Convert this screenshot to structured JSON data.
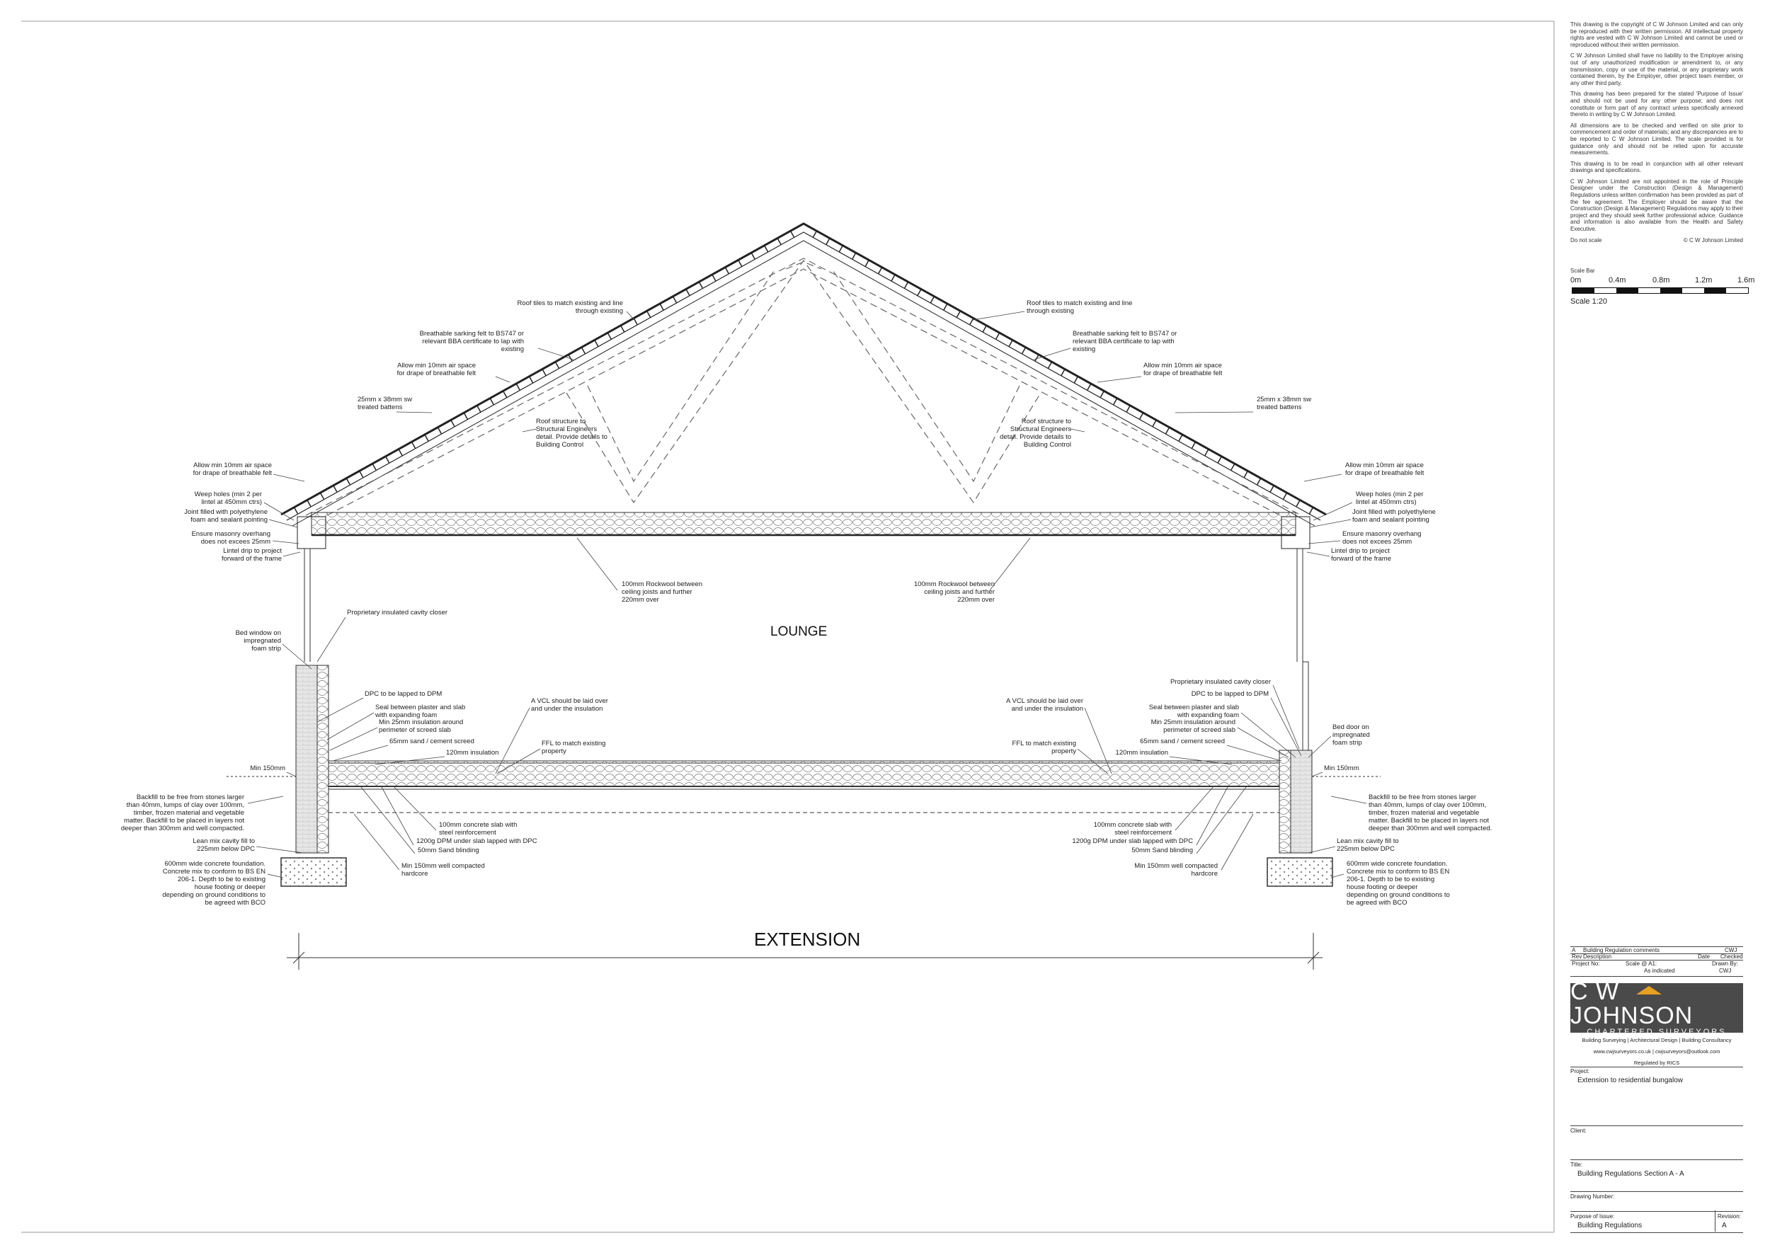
{
  "notes": {
    "paragraphs": [
      "This drawing is the copyright of C W Johnson Limited and can only be reproduced with their written permission. All intellectual property rights are vested with C W Johnson Limited and cannot be used or reproduced without their written permission.",
      "C W Johnson Limited shall have no liability to the Employer arising out of any unauthorized modification or amendment to, or any transmission, copy or use of the material, or any proprietary work contained therein, by the Employer, other project team member, or any other third party.",
      "This drawing has been prepared for the stated 'Purpose of Issue' and should not be used for any other purpose; and does not constitute or form part of any contract unless specifically annexed thereto in writing by C W Johnson Limited.",
      "All dimensions are to be checked and verified on site prior to commencement and order of materials; and any discrepancies are to be reported to C W Johnson Limited. The scale provided is for guidance only and should not be relied upon for accurate measurements.",
      "This drawing is to be read in conjunction with all other relevant drawings and specifications.",
      "C W Johnson Limited are not appointed in the role of Principle Designer under the Construction (Design & Management) Regulations unless written confirmation has been provided as part of the fee agreement. The Employer should be aware that the Construction (Design & Management) Regulations may apply to their project and they should seek further professional advice. Guidance and information is also available from the Health and Safety Executive."
    ],
    "do_not_scale": "Do not scale",
    "copyright": "© C W Johnson Limited"
  },
  "scale_bar": {
    "title": "Scale Bar",
    "ticks": [
      "0m",
      "0.4m",
      "0.8m",
      "1.2m",
      "1.6m"
    ],
    "scale": "Scale 1:20"
  },
  "drawing": {
    "room_label": "LOUNGE",
    "section_label": "EXTENSION",
    "left_labels": [
      [
        "Roof tiles to match existing and line",
        "through existing"
      ],
      [
        "Breathable sarking felt to BS747 or",
        "relevant BBA certificate to lap with",
        "existing"
      ],
      [
        "Allow min 10mm air space",
        "for drape of breathable felt"
      ],
      [
        "25mm x 38mm sw",
        "treated battens"
      ],
      [
        "Roof structure to",
        "Structural Engineers",
        "detail. Provide details to",
        "Building Control"
      ],
      [
        "Allow min 10mm air space",
        "for drape of breathable felt"
      ],
      [
        "Weep holes (min 2 per",
        "lintel at 450mm ctrs)"
      ],
      [
        "Joint filled with polyethylene",
        "foam and sealant pointing"
      ],
      [
        "Ensure masonry overhang",
        "does not excees 25mm"
      ],
      [
        "Lintel drip to project",
        "forward of the frame"
      ],
      [
        "100mm Rockwool between",
        "ceiling joists and further",
        "220mm over"
      ],
      [
        "Proprietary insulated cavity closer"
      ],
      [
        "Bed window on",
        "impregnated",
        "foam strip"
      ],
      [
        "DPC to be lapped to DPM"
      ],
      [
        "Seal between plaster and slab",
        "with expanding foam"
      ],
      [
        "Min 25mm insulation around",
        "perimeter of screed slab"
      ],
      [
        "65mm sand / cement screed"
      ],
      [
        "120mm insulation"
      ],
      [
        "A VCL should be laid over",
        "and under the insulation"
      ],
      [
        "FFL to match existing",
        "property"
      ],
      [
        "Min 150mm"
      ],
      [
        "Backfill to be free from stones larger",
        "than 40mm, lumps of clay over 100mm,",
        "timber, frozen material and vegetable",
        "matter. Backfill to be placed in layers not",
        "deeper than 300mm and well compacted."
      ],
      [
        "Lean mix cavity fill to",
        "225mm below DPC"
      ],
      [
        "100mm concrete slab with",
        "steel reinforcement"
      ],
      [
        "1200g DPM under slab lapped with DPC"
      ],
      [
        "50mm Sand blinding"
      ],
      [
        "Min 150mm well compacted",
        "hardcore"
      ],
      [
        "600mm wide concrete foundation.",
        "Concrete mix to conform to BS EN",
        "206-1. Depth to be to existing",
        "house footing or deeper",
        "depending on ground conditions to",
        "be agreed with BCO"
      ]
    ],
    "right_labels": [
      [
        "Roof tiles to match existing and line",
        "through existing"
      ],
      [
        "Breathable sarking felt to BS747 or",
        "relevant BBA certificate to lap with",
        "existing"
      ],
      [
        "Allow min 10mm air space",
        "for drape of breathable felt"
      ],
      [
        "25mm x 38mm sw",
        "treated battens"
      ],
      [
        "Roof structure to",
        "Structural Engineers",
        "detail. Provide details to",
        "Building Control"
      ],
      [
        "Allow min 10mm air space",
        "for drape of breathable felt"
      ],
      [
        "Weep holes (min 2 per",
        "lintel at 450mm ctrs)"
      ],
      [
        "Joint filled with polyethylene",
        "foam and sealant pointing"
      ],
      [
        "Ensure masonry overhang",
        "does not excees 25mm"
      ],
      [
        "Lintel drip to project",
        "forward of the frame"
      ],
      [
        "100mm Rockwool between",
        "ceiling joists and further",
        "220mm over"
      ],
      [
        "Proprietary insulated cavity closer"
      ],
      [
        "DPC to be lapped to DPM"
      ],
      [
        "Seal between plaster and slab",
        "with expanding foam"
      ],
      [
        "Min 25mm insulation around",
        "perimeter of screed slab"
      ],
      [
        "65mm sand / cement screed"
      ],
      [
        "120mm insulation"
      ],
      [
        "A VCL should be laid over",
        "and under the insulation"
      ],
      [
        "FFL to match existing",
        "property"
      ],
      [
        "Bed door on",
        "impregnated",
        "foam strip"
      ],
      [
        "Min 150mm"
      ],
      [
        "Backfill to be free from stones larger",
        "than 40mm, lumps of clay over 100mm,",
        "timber, frozen material and vegetable",
        "matter. Backfill to be placed in layers not",
        "deeper than 300mm and well compacted."
      ],
      [
        "Lean mix cavity fill to",
        "225mm below DPC"
      ],
      [
        "100mm concrete slab with",
        "steel reinforcement"
      ],
      [
        "1200g DPM under slab lapped with DPC"
      ],
      [
        "50mm Sand blinding"
      ],
      [
        "Min 150mm well compacted",
        "hardcore"
      ],
      [
        "600mm wide concrete foundation.",
        "Concrete mix to conform to BS EN",
        "206-1. Depth to be to existing",
        "house footing or deeper",
        "depending on ground conditions to",
        "be agreed with BCO"
      ]
    ]
  },
  "title_block": {
    "revision_row": {
      "rev": "A",
      "description": "Building Regulation comments",
      "initials": "CWJ"
    },
    "header_row": {
      "rev": "Rev",
      "description": "Description",
      "date": "Date",
      "checked": "Checked"
    },
    "project_no_label": "Project No:",
    "scale_label": "Scale @ A1:",
    "scale_value": "As indicated",
    "drawn_by_label": "Drawn By:",
    "drawn_by_value": "CWJ",
    "logo_name": "C W JOHNSON",
    "logo_sub": "CHARTERED SURVEYORS",
    "services": "Building Surveying  |  Architectural Design  |  Building Consultancy",
    "contact": "www.cwjsurveyors.co.uk  |  cwjsurveyors@outlook.com",
    "regulated": "Regulated by RICS",
    "project_label": "Project:",
    "project_value": "Extension to residential bungalow",
    "client_label": "Client:",
    "title_label": "Title:",
    "title_value": "Building Regulations Section A - A",
    "drawing_number_label": "Drawing Number:",
    "purpose_label": "Purpose of Issue:",
    "purpose_value": "Building Regulations",
    "revision_label": "Revision:",
    "revision_value": "A"
  }
}
